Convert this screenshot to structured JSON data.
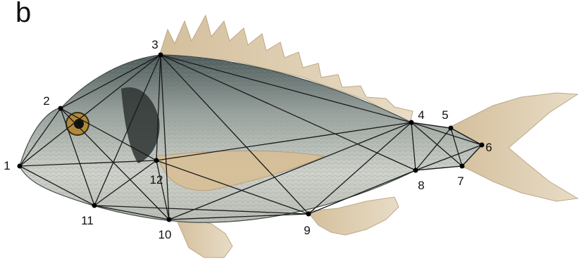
{
  "panel": {
    "label": "b"
  },
  "landmarks": [
    {
      "id": "1",
      "label": "1"
    },
    {
      "id": "2",
      "label": "2"
    },
    {
      "id": "3",
      "label": "3"
    },
    {
      "id": "4",
      "label": "4"
    },
    {
      "id": "5",
      "label": "5"
    },
    {
      "id": "6",
      "label": "6"
    },
    {
      "id": "7",
      "label": "7"
    },
    {
      "id": "8",
      "label": "8"
    },
    {
      "id": "9",
      "label": "9"
    },
    {
      "id": "10",
      "label": "10"
    },
    {
      "id": "11",
      "label": "11"
    },
    {
      "id": "12",
      "label": "12"
    }
  ],
  "colors": {
    "line": "#1a1a1a",
    "point": "#000000",
    "body_dark": "#5a6a66",
    "body_light": "#c9ccc2",
    "fin": "#d9c6a8"
  }
}
